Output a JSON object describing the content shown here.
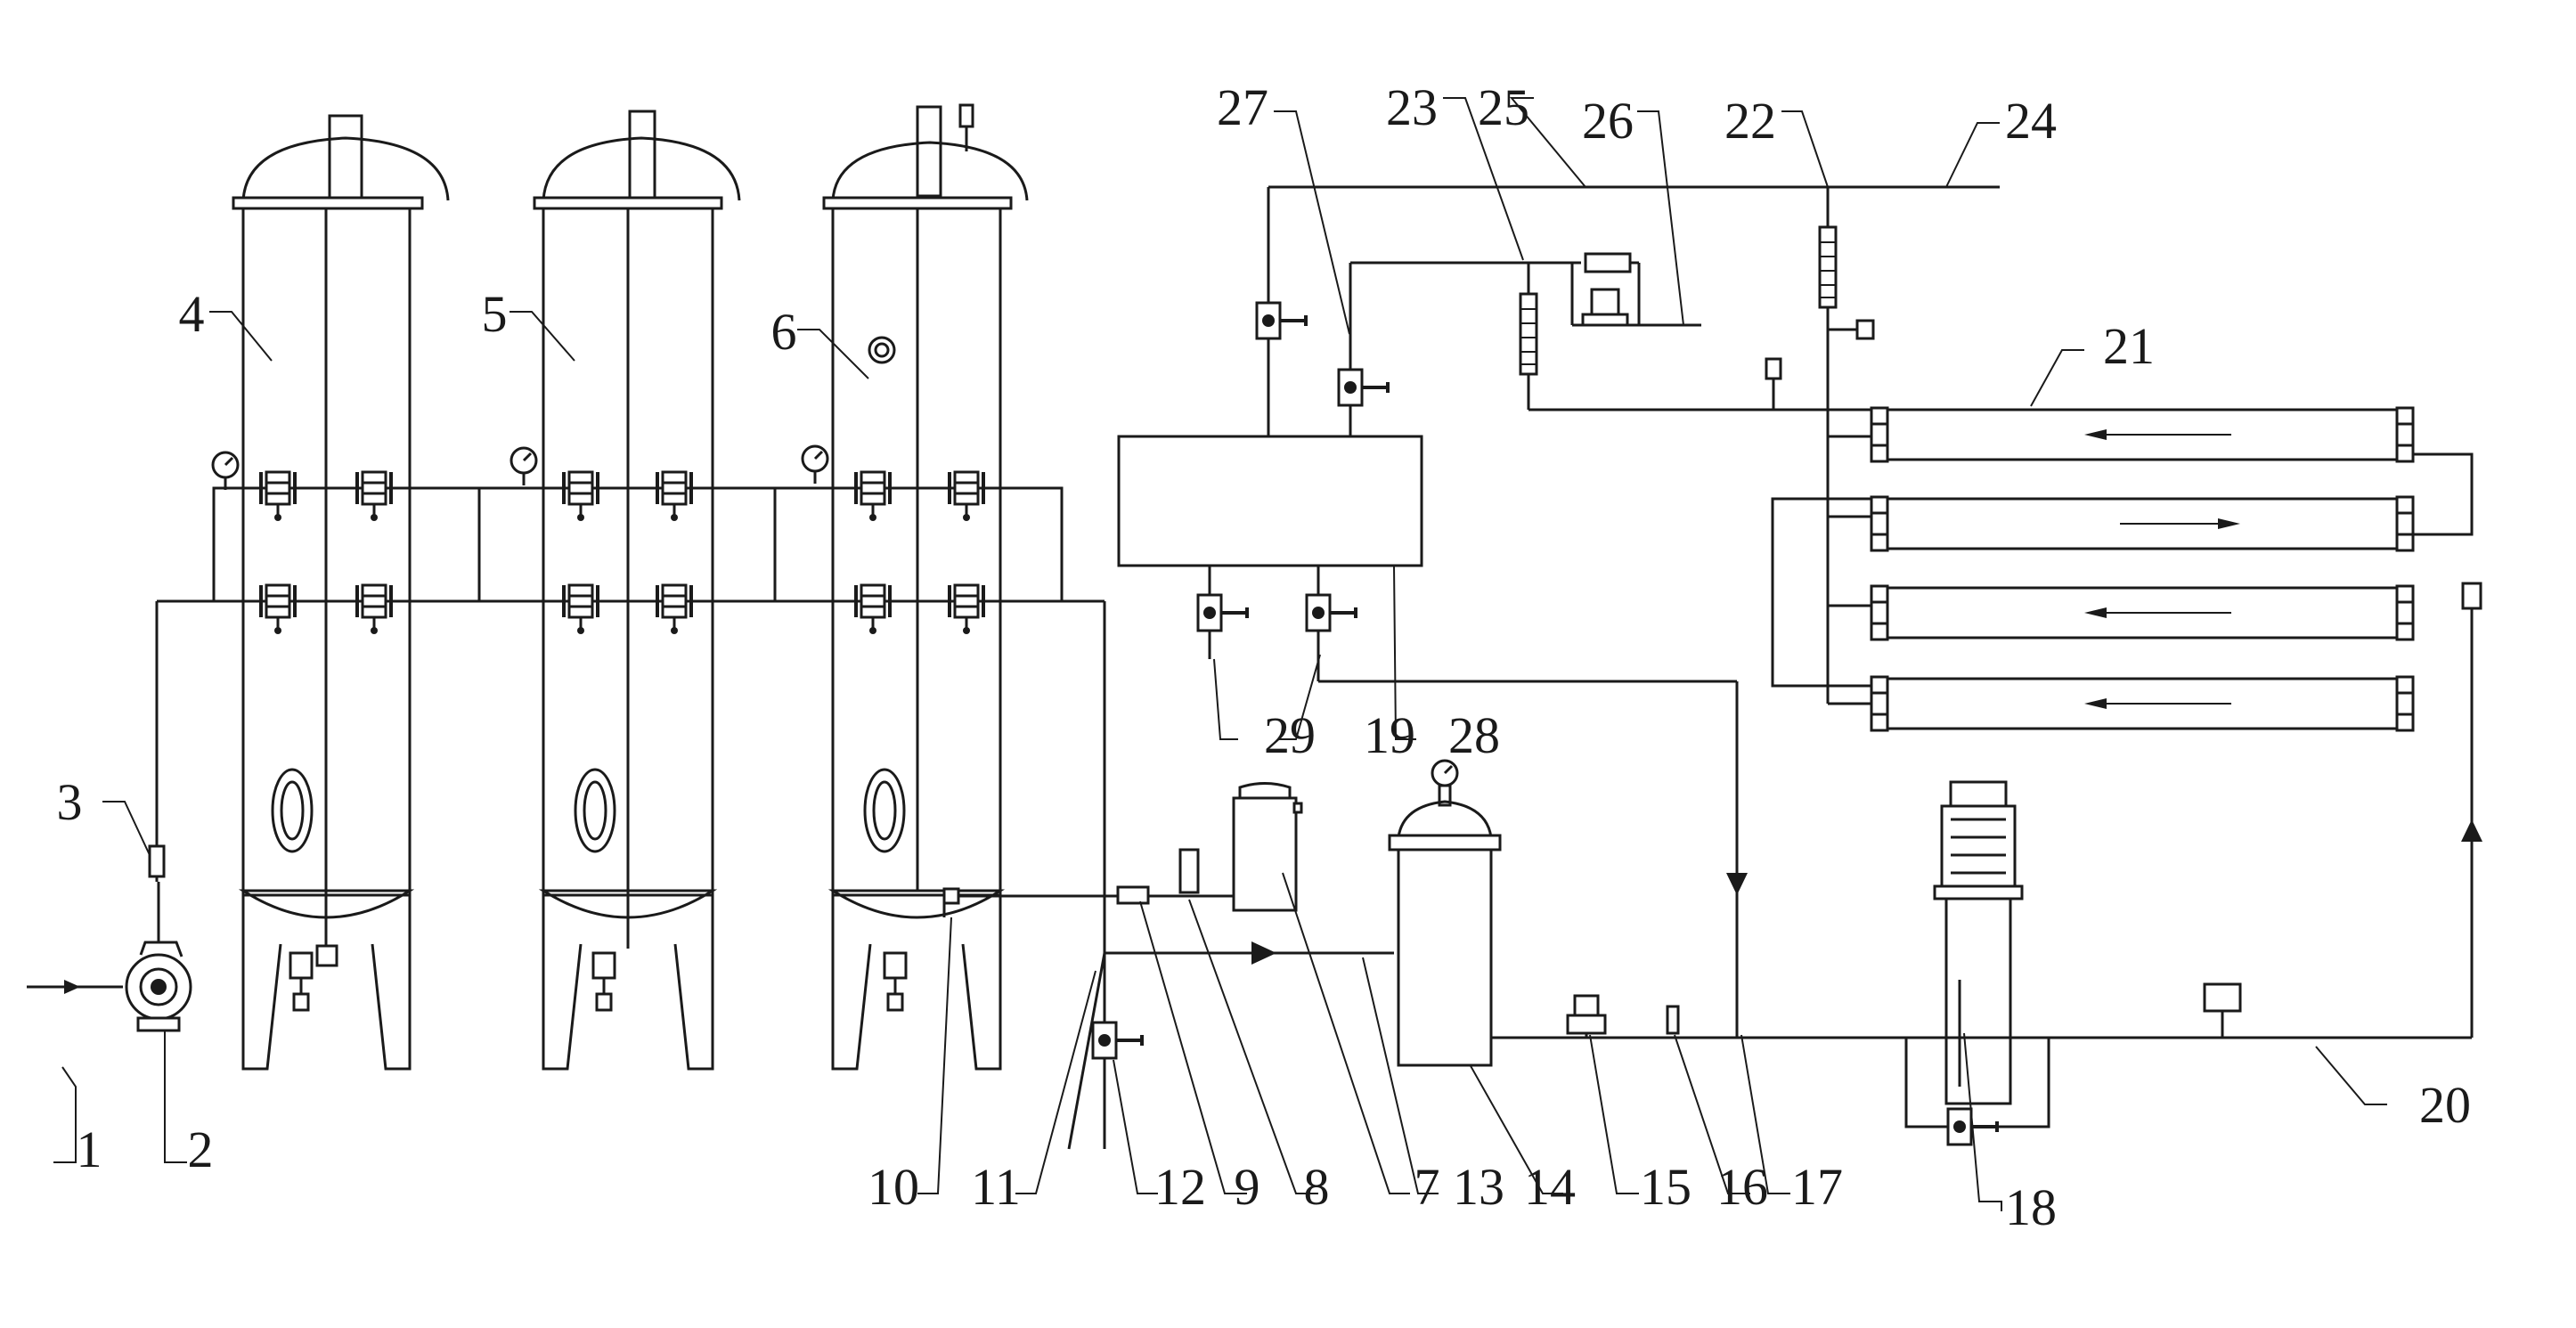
{
  "diagram": {
    "labels": {
      "n1": "1",
      "n2": "2",
      "n3": "3",
      "n4": "4",
      "n5": "5",
      "n6": "6",
      "n7": "7",
      "n8": "8",
      "n9": "9",
      "n10": "10",
      "n11": "11",
      "n12": "12",
      "n13": "13",
      "n14": "14",
      "n15": "15",
      "n16": "16",
      "n17": "17",
      "n18": "18",
      "n19": "19",
      "n20": "20",
      "n21": "21",
      "n22": "22",
      "n23": "23",
      "n24": "24",
      "n25": "25",
      "n26": "26",
      "n27": "27",
      "n28": "28",
      "n29": "29"
    },
    "colors": {
      "line": "#1a1a1a",
      "background": "#ffffff"
    }
  }
}
